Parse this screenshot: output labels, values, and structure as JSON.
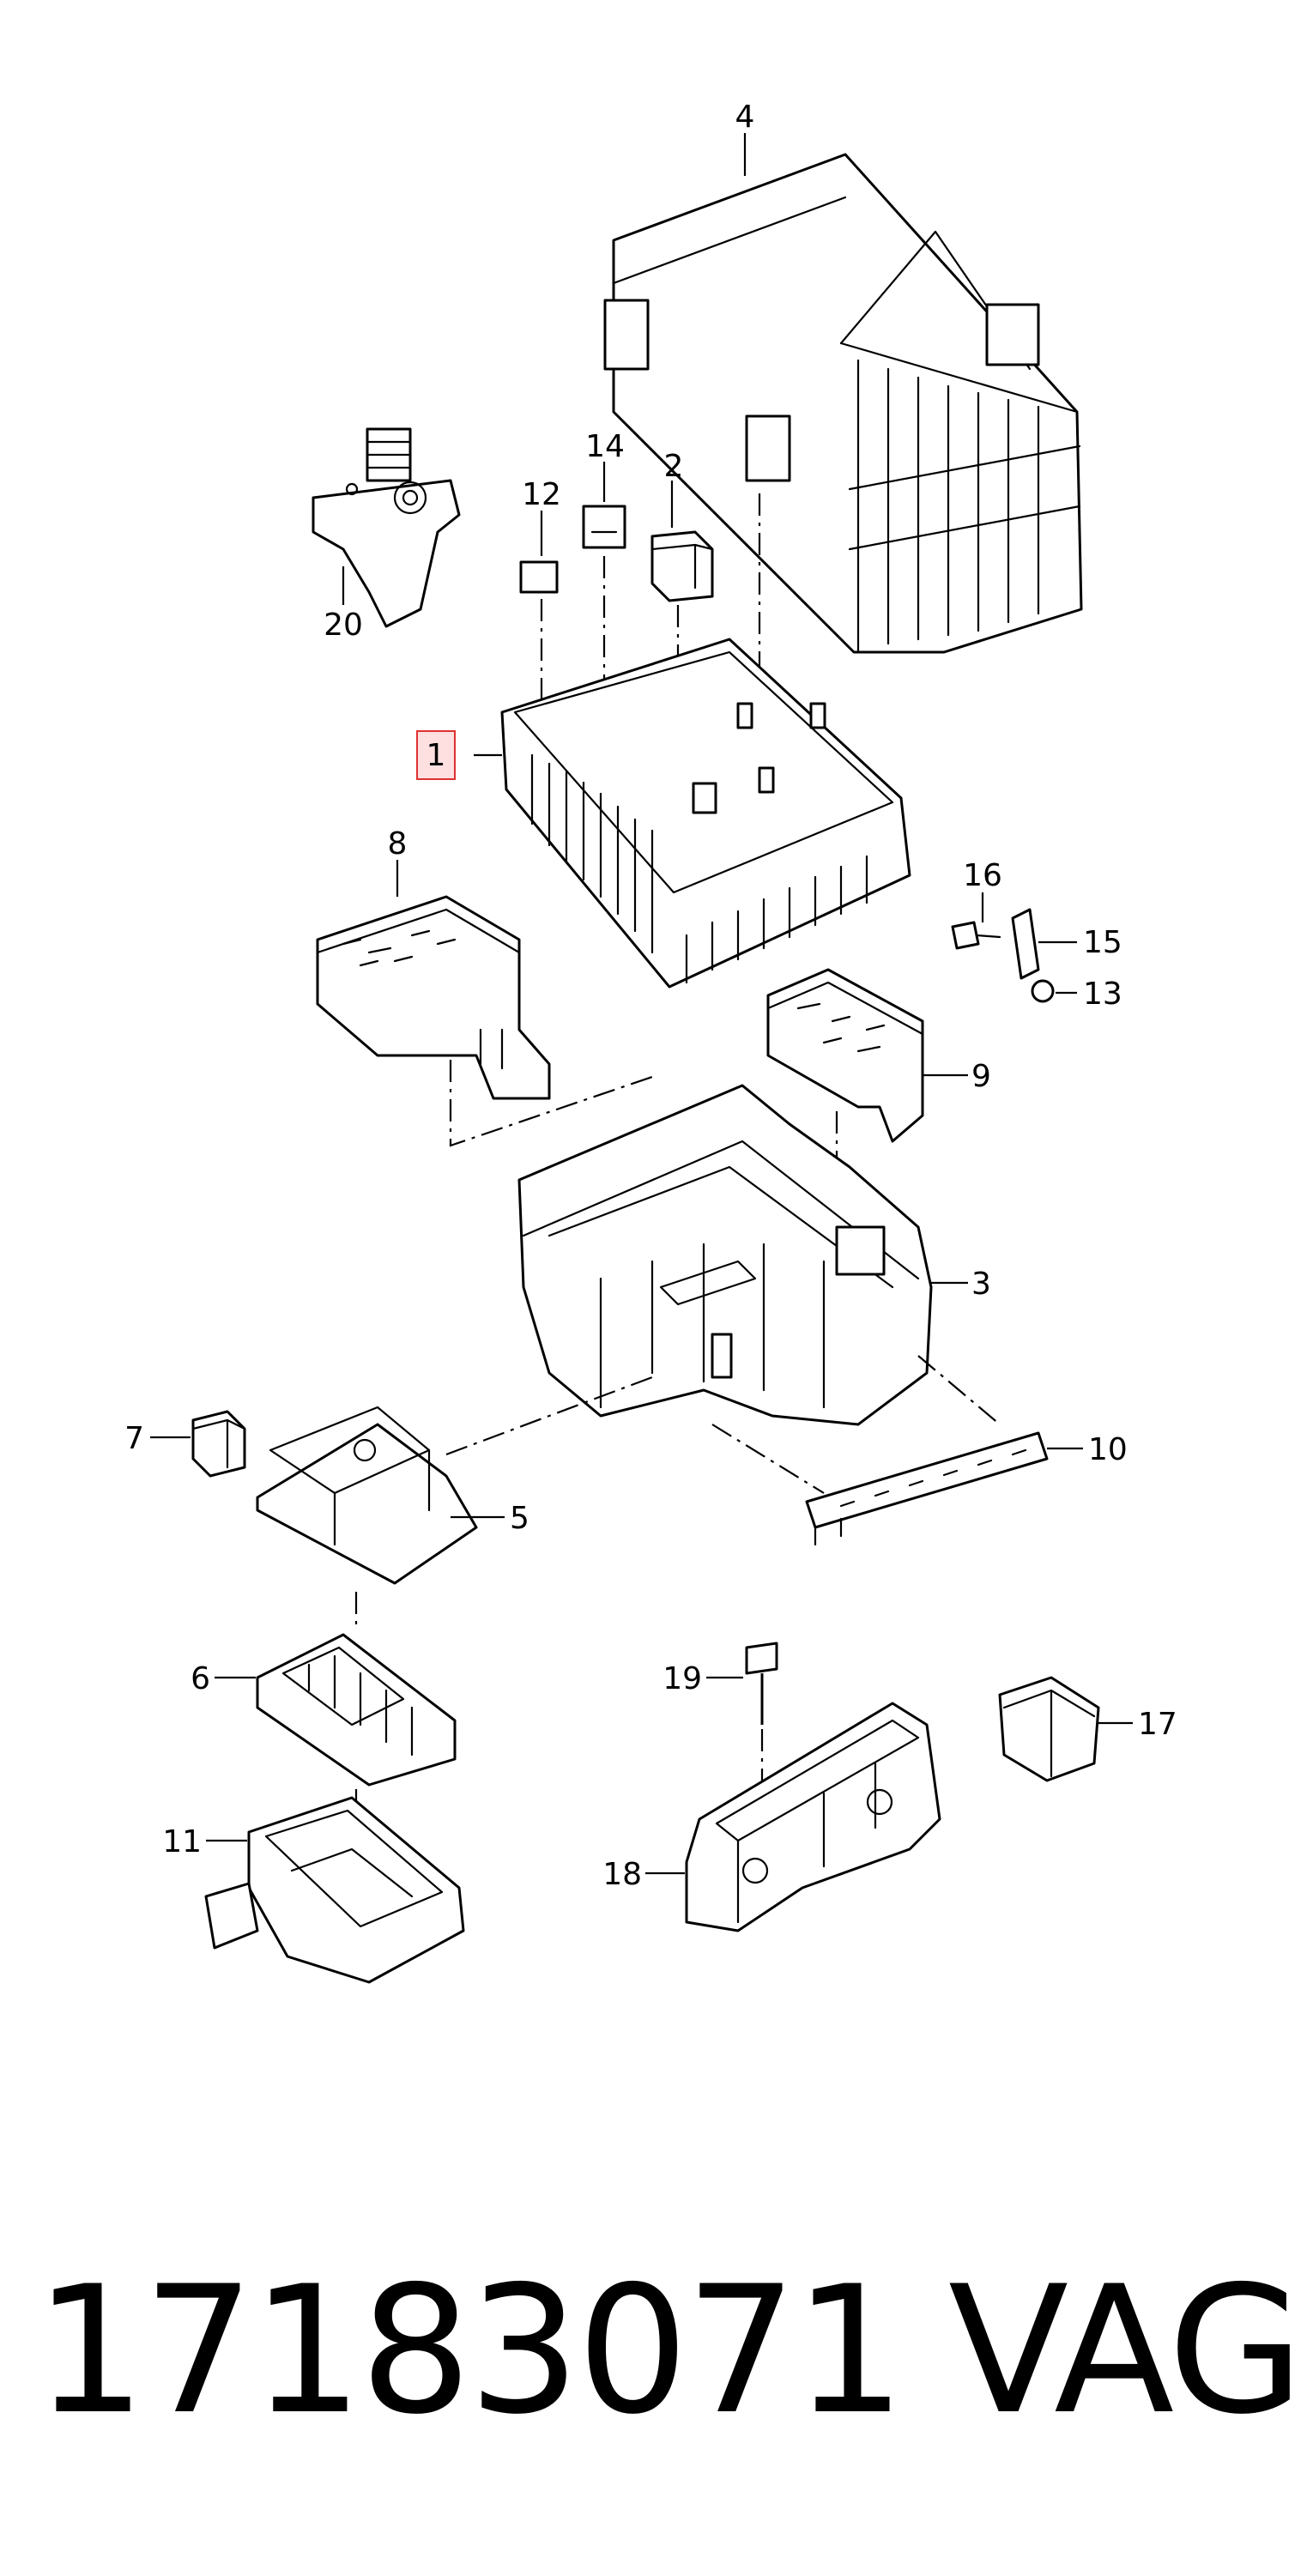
{
  "diagram": {
    "callouts": {
      "c1": "1",
      "c2": "2",
      "c3": "3",
      "c4": "4",
      "c5": "5",
      "c6": "6",
      "c7": "7",
      "c8": "8",
      "c9": "9",
      "c10": "10",
      "c11": "11",
      "c12": "12",
      "c13": "13",
      "c14": "14",
      "c15": "15",
      "c16": "16",
      "c17": "17",
      "c18": "18",
      "c19": "19",
      "c20": "20"
    },
    "highlight_color": "#e03030",
    "highlight_fill": "#ffe0e0"
  },
  "footer": {
    "part_number": "17183071",
    "brand": "VAG"
  }
}
